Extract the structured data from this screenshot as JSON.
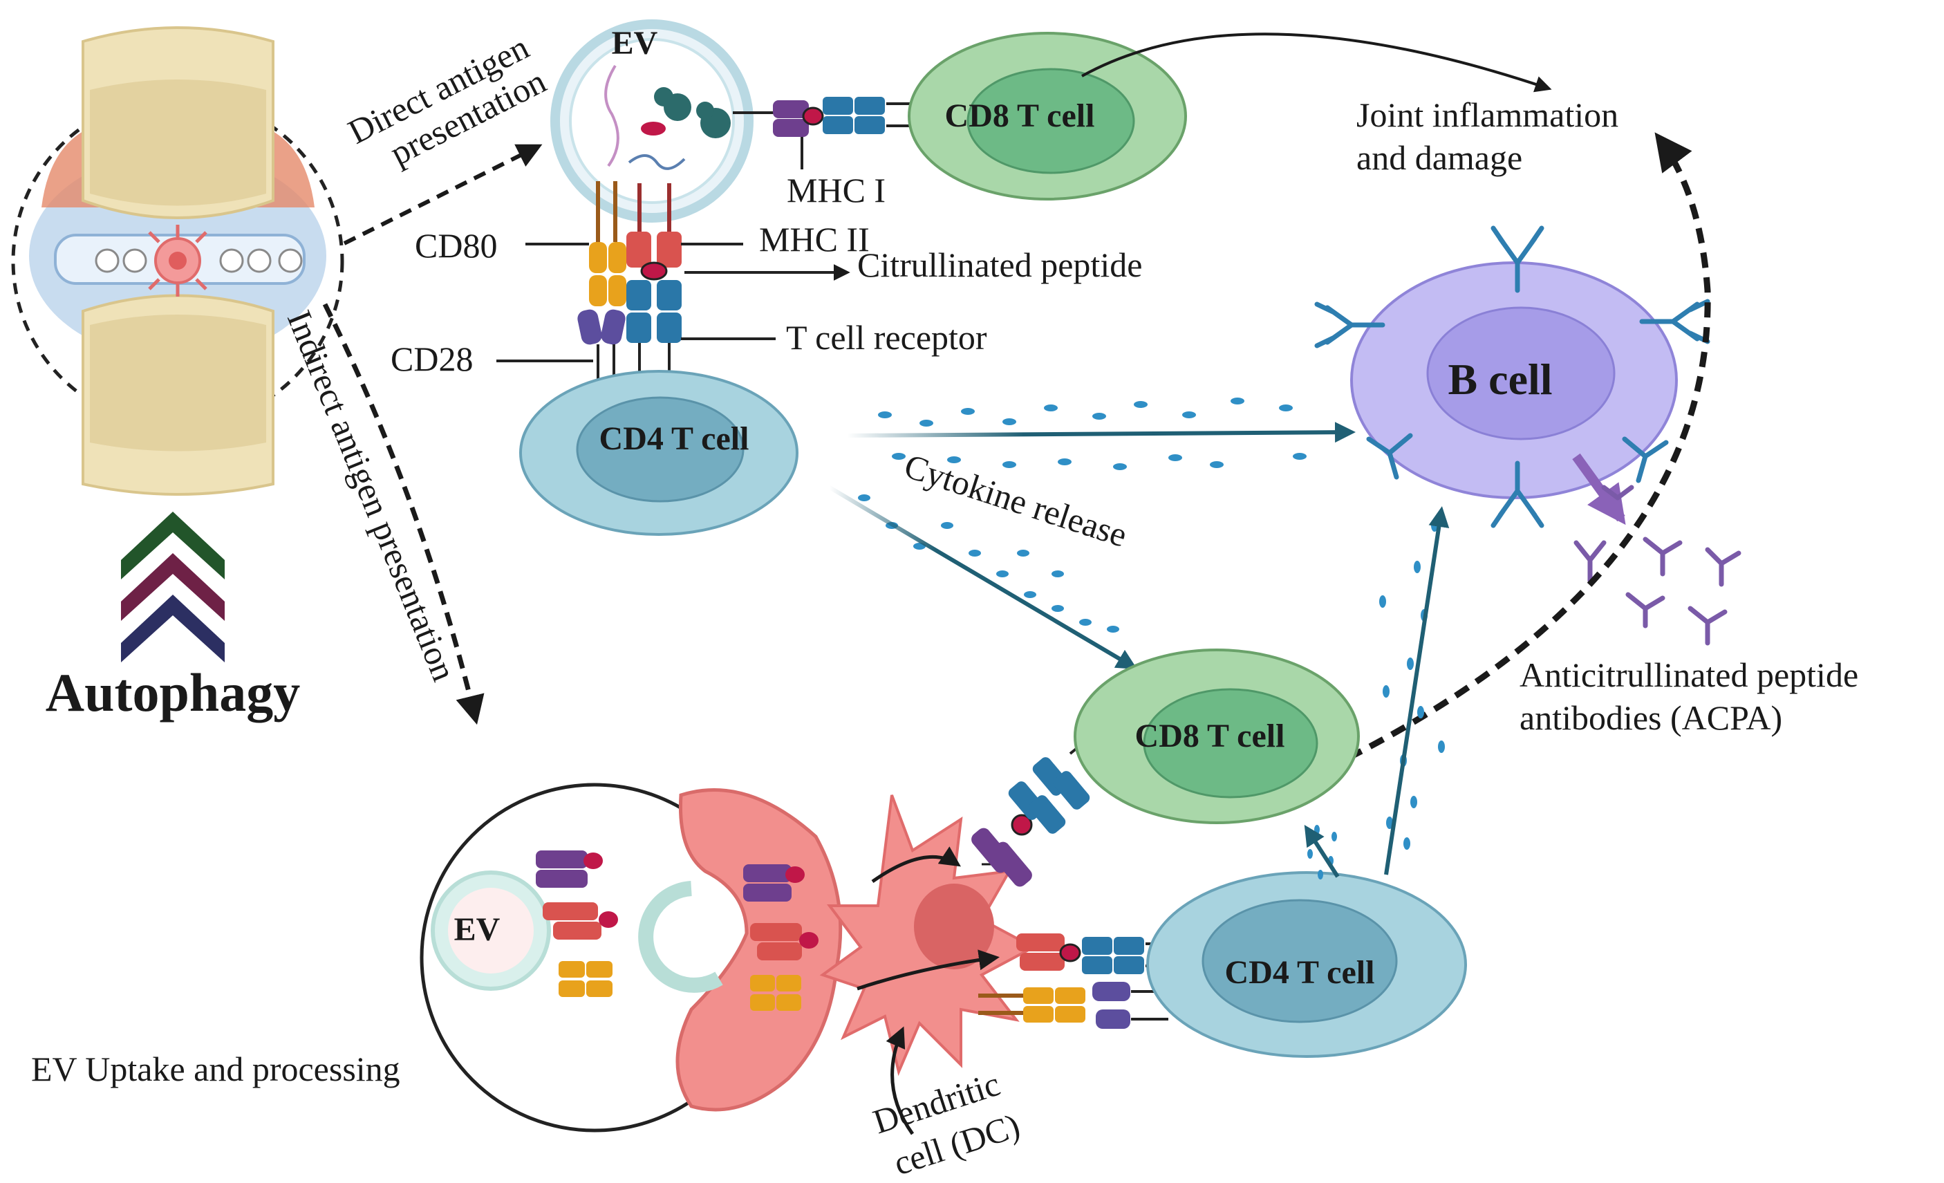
{
  "labels": {
    "ev_top": "EV",
    "ev_bottom": "EV",
    "cd8_top": "CD8 T cell",
    "cd8_bottom": "CD8 T cell",
    "cd4_top": "CD4 T cell",
    "cd4_bottom": "CD4 T cell",
    "b_cell": "B cell",
    "mhc1": "MHC I",
    "mhc2": "MHC II",
    "cd80": "CD80",
    "cd28": "CD28",
    "citrullinated_peptide": "Citrullinated peptide",
    "tcr": "T cell receptor",
    "direct_line1": "Direct antigen",
    "direct_line2": "presentation",
    "indirect_line1": "Indirect antigen presentation",
    "joint_line1": "Joint inflammation",
    "joint_line2": "and damage",
    "cytokine": "Cytokine release",
    "acpa_line1": "Anticitrullinated peptide",
    "acpa_line2": "antibodies (ACPA)",
    "autophagy": "Autophagy",
    "ev_uptake": "EV Uptake and processing",
    "dc_line1": "Dendritic",
    "dc_line2": "cell (DC)"
  },
  "colors": {
    "cd8_outer": "#a9d7a9",
    "cd8_inner": "#6dba86",
    "cd4_outer": "#a8d3df",
    "cd4_inner": "#74adc1",
    "b_outer": "#c3bcf3",
    "b_inner": "#a69ce8",
    "arrow": "#1f5f74",
    "dc": "#f28f8d",
    "mhc1": "#6e3f8e",
    "mhc2": "#d9534f",
    "tcr": "#2a77a8",
    "cd80": "#e8a21c",
    "cd28": "#5c4e9e",
    "antibody": "#2e7eb0",
    "acpa": "#7a5aa8",
    "chevron_green": "#22552a",
    "chevron_maroon": "#6e2146",
    "chevron_navy": "#2c2f62"
  }
}
